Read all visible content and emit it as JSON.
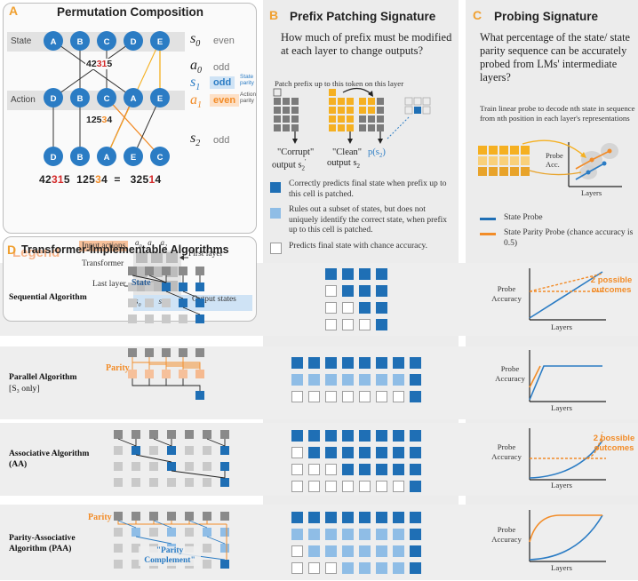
{
  "panelA": {
    "letter": "A",
    "title": "Permutation Composition",
    "state_label": "State",
    "action_label": "Action",
    "top_nodes": [
      "A",
      "B",
      "C",
      "D",
      "E"
    ],
    "mid_nodes": [
      "D",
      "B",
      "C",
      "A",
      "E"
    ],
    "bot_nodes": [
      "D",
      "B",
      "A",
      "E",
      "C"
    ],
    "s0": "s",
    "s0_sub": "0",
    "s0_parity": "even",
    "a0": "a",
    "a0_sub": "0",
    "a0_parity": "odd",
    "s1": "s",
    "s1_sub": "1",
    "s1_parity": "odd",
    "s1_note": "State parity",
    "a1": "a",
    "a1_sub": "1",
    "a1_parity": "even",
    "a1_note": "Action parity",
    "s2": "s",
    "s2_sub": "2",
    "s2_parity": "odd",
    "perm1_pre": "42",
    "perm1_hi": "31",
    "perm1_post": "5",
    "perm2_pre": "125",
    "perm2_hi": "3",
    "perm2_post": "4",
    "eq_lhs1_pre": "42",
    "eq_lhs1_hi": "31",
    "eq_lhs1_post": "5",
    "eq_lhs2_pre": "125",
    "eq_lhs2_hi": "3",
    "eq_lhs2_post": "4",
    "eq_sign": "=",
    "eq_rhs_pre": "325",
    "eq_rhs_hi": "1",
    "eq_rhs_post": "4"
  },
  "legend": {
    "title": "Legend",
    "input_actions": "Input actions",
    "transformer": "Transformer",
    "first_layer": "First layer",
    "last_layer": "Last layer",
    "output_states": "Output states",
    "a_labels": [
      "a",
      "a",
      "a"
    ],
    "a_subs": [
      "0",
      "1",
      "2"
    ],
    "s_labels": [
      "s",
      "s",
      "s"
    ],
    "s_subs": [
      "0",
      "1",
      "2"
    ]
  },
  "panelB": {
    "letter": "B",
    "title": "Prefix Patching Signature",
    "question": "How much of prefix must be modified at each layer to change outputs?",
    "instruction": "Patch prefix up to this token on this layer",
    "corrupt_label": "\"Corrupt\"",
    "corrupt_output": "output s",
    "corrupt_sub": "2",
    "clean_label": "\"Clean\"",
    "clean_output": "output s",
    "clean_sub": "2",
    "prob_label": "p(s",
    "prob_sub": "2",
    "prob_close": ")",
    "legend_dark": "Correctly predicts final state when prefix up to this cell is patched.",
    "legend_light": "Rules out a subset of states, but does not uniquely identify the correct state, when prefix up to this cell is patched.",
    "legend_white": "Predicts final state with chance accuracy."
  },
  "panelC": {
    "letter": "C",
    "title": "Probing Signature",
    "question": "What percentage of the state/ state parity sequence can be accurately probed from LMs' intermediate layers?",
    "desc": "Train linear probe to decode nth state in sequence from nth position in each layer's representations",
    "probe_acc": "Probe Acc.",
    "layers": "Layers",
    "state_probe": "State Probe",
    "parity_probe": "State Parity Probe (chance accuracy is 0.5)"
  },
  "panelD": {
    "letter": "D",
    "title": "Transformer-Implementable Algorithms"
  },
  "rows": [
    {
      "name": "Sequential Algorithm",
      "sub": "",
      "diagram_label": "State",
      "outcome": "2 possible outcomes"
    },
    {
      "name": "Parallel Algorithm",
      "sub": "[S₃ only]",
      "diagram_label": "Parity",
      "outcome": ""
    },
    {
      "name": "Associative Algorithm (AA)",
      "sub": "",
      "diagram_label": "",
      "outcome": "2 possible outcomes"
    },
    {
      "name": "Parity-Associative Algorithm (PAA)",
      "sub": "",
      "diagram_label": "Parity",
      "diagram_label2": "\"Parity Complement\"",
      "outcome": ""
    }
  ],
  "chart_axis": {
    "ylabel": "Probe Accuracy",
    "ylabel_short": "Probe Accuracy",
    "xlabel": "Layers"
  },
  "colors": {
    "dark_blue": "#1f6fb5",
    "light_blue": "#8fbde6",
    "orange": "#f28c28",
    "peach": "#f6c09a",
    "grey": "#a8a8a8",
    "light_grey": "#cfcfcf",
    "node_blue": "#2b7cc4",
    "gold": "#f5b021"
  }
}
